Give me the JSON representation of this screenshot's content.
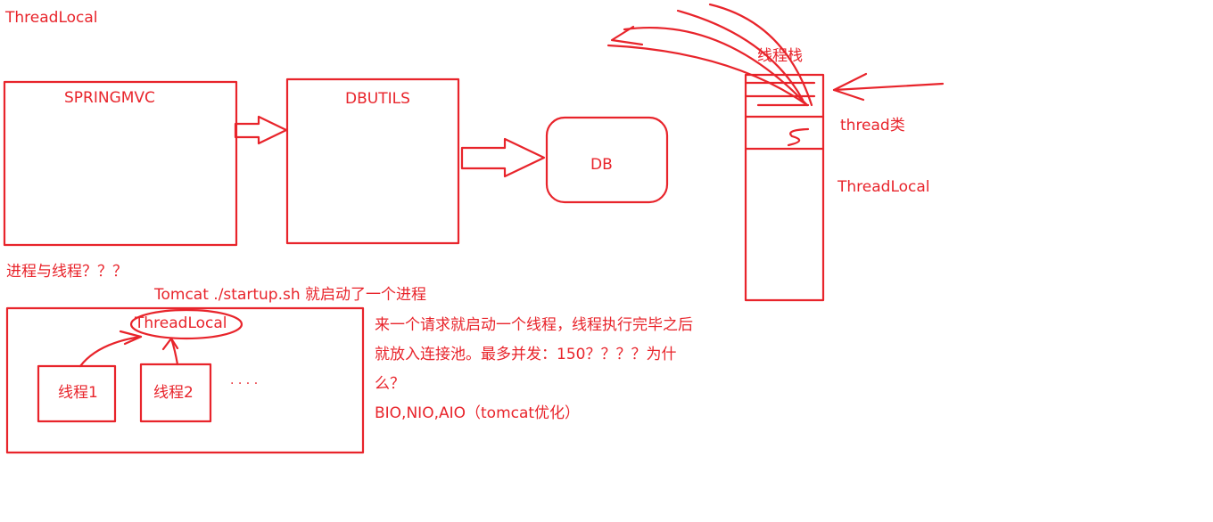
{
  "title": "ThreadLocal",
  "boxes": {
    "springmvc": "SPRINGMVC",
    "dbutils": "DBUTILS",
    "db": "DB"
  },
  "stack": {
    "label": "线程栈",
    "thread_class": "thread类",
    "threadlocal": "ThreadLocal"
  },
  "process_question": "进程与线程？？？",
  "tomcat_line": "Tomcat  ./startup.sh 就启动了一个进程",
  "tomcat_box": {
    "threadlocal": "ThreadLocal",
    "thread1": "线程1",
    "thread2": "线程2",
    "dots": ".   .  .   ."
  },
  "notes": {
    "line1": "来一个请求就启动一个线程，线程执行完毕之后",
    "line2": "就放入连接池。最多并发：150？？？？为什",
    "line3": "么？",
    "line4": "BIO,NIO,AIO（tomcat优化）"
  },
  "colors": {
    "ink": "#e8242b"
  }
}
